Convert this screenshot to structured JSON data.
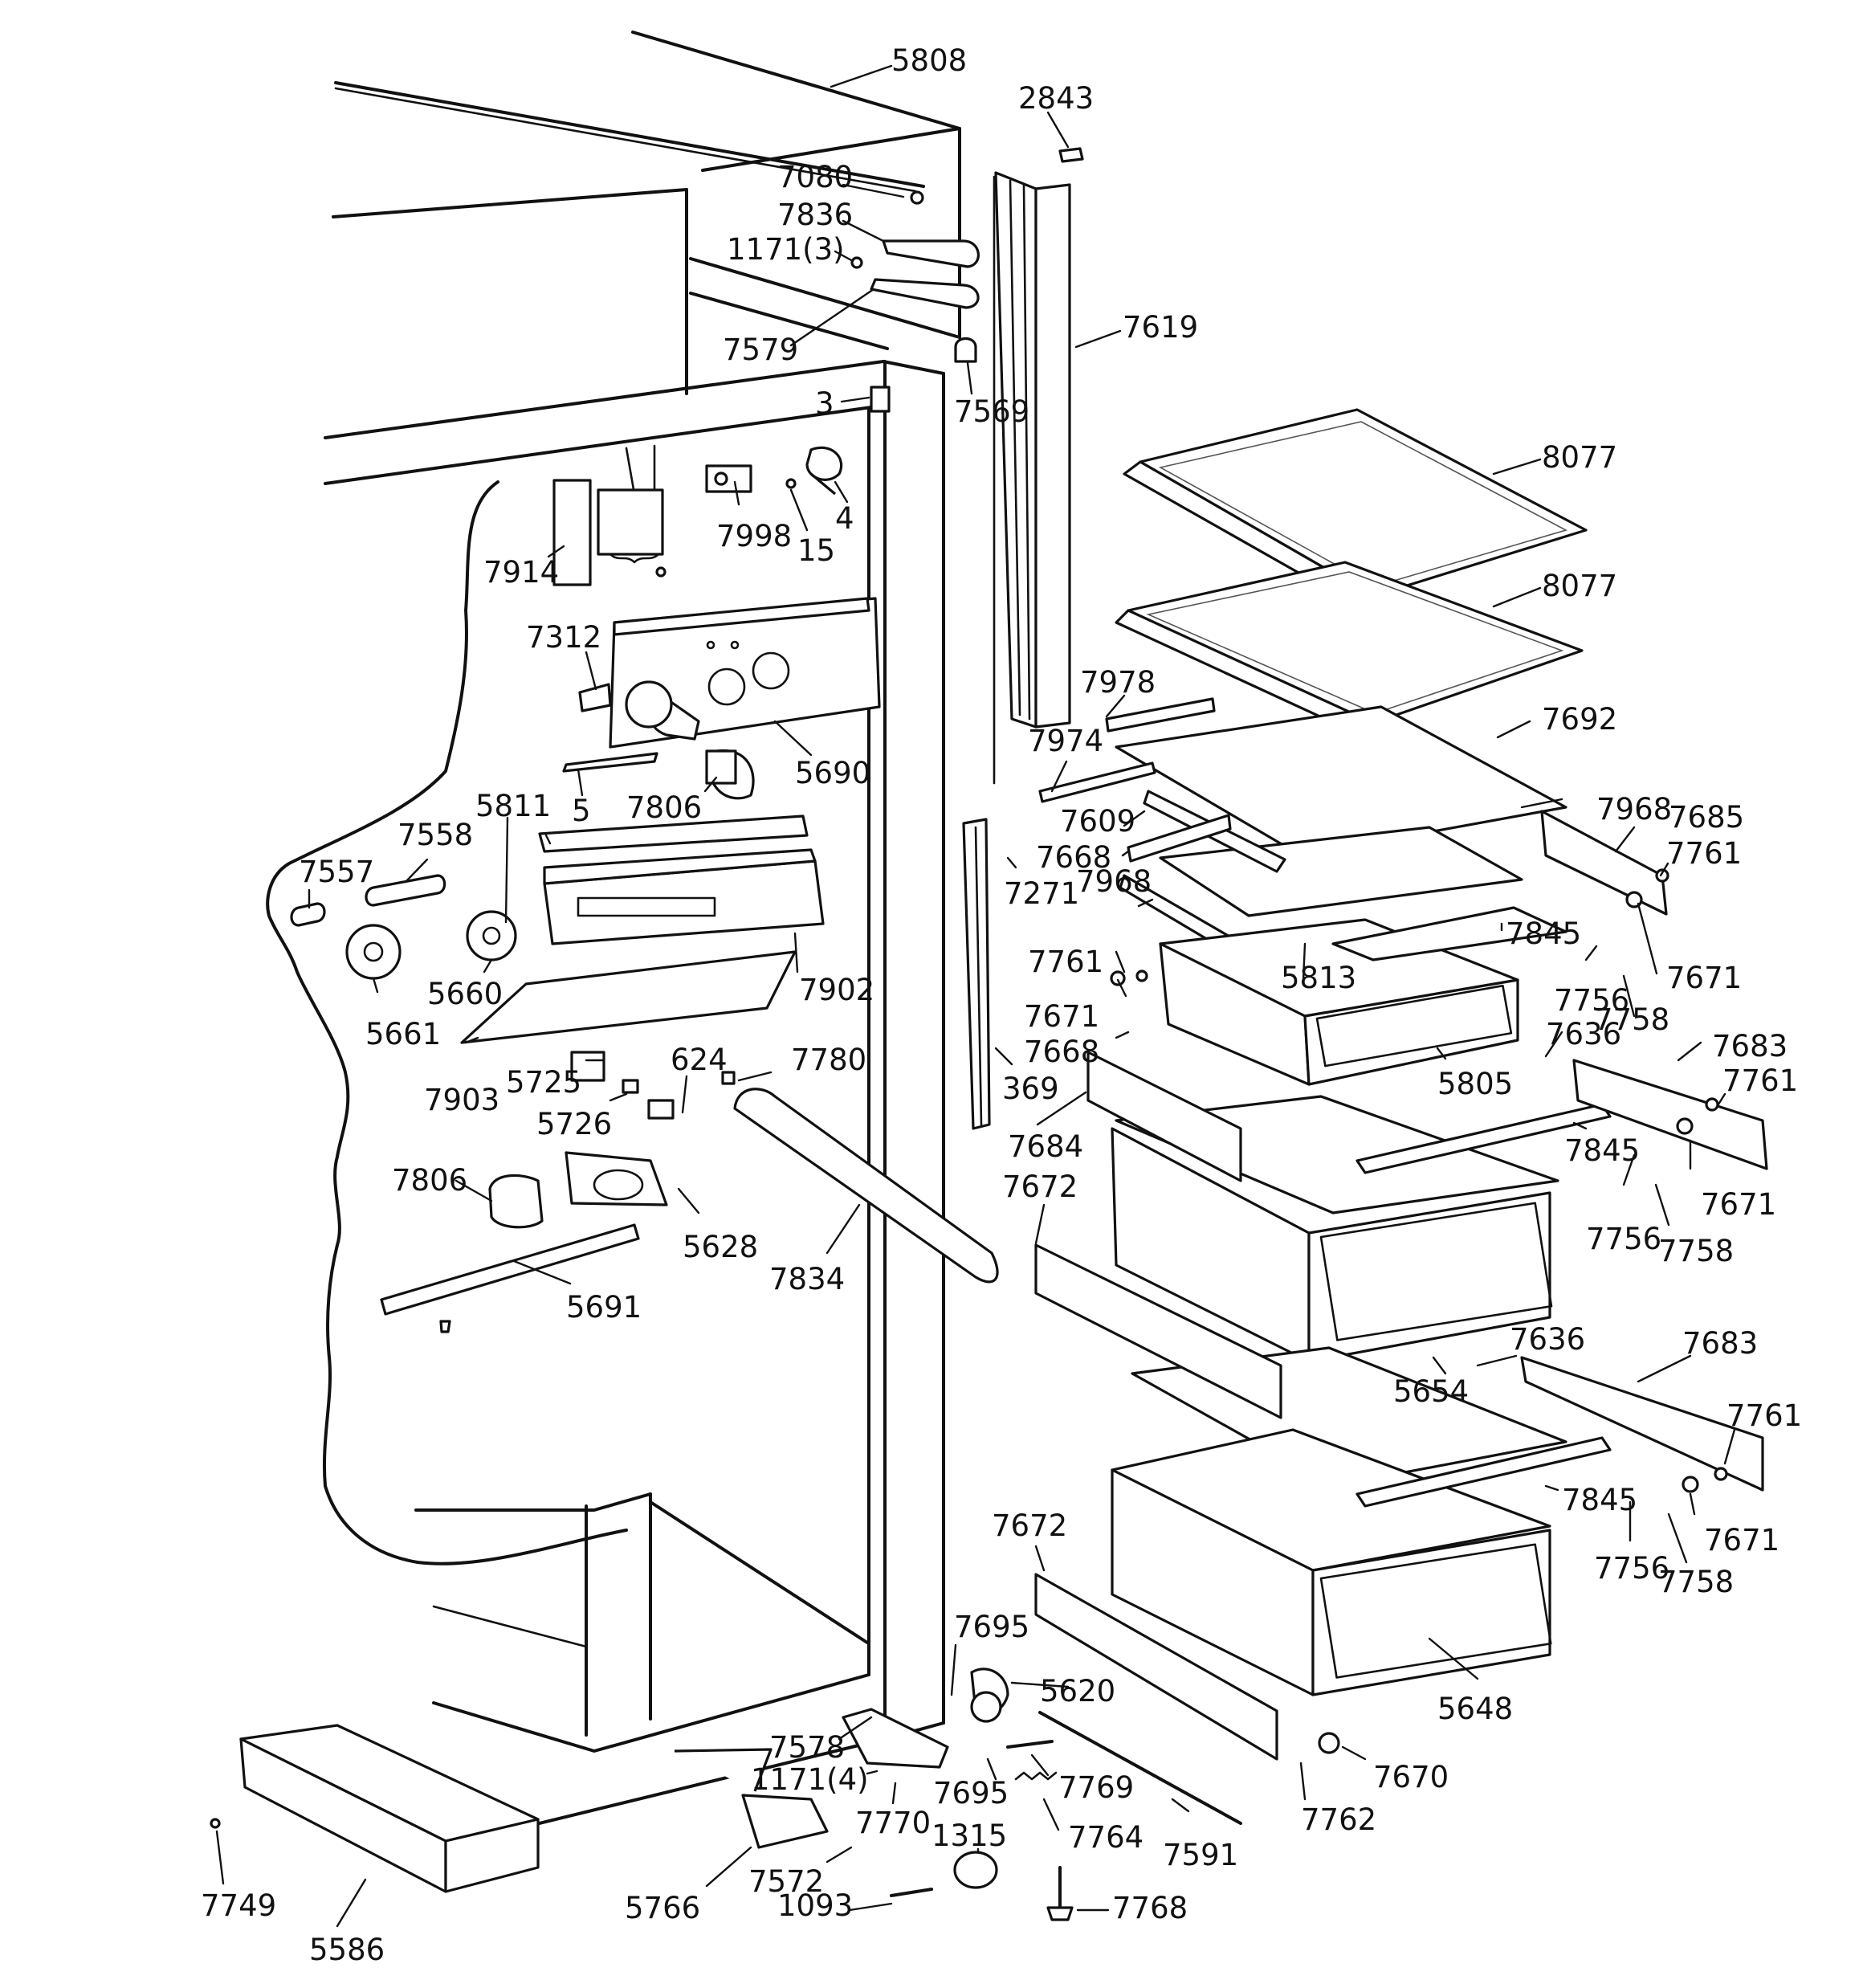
{
  "labels": {
    "p5808": "5808",
    "p2843": "2843",
    "p7080": "7080",
    "p7836": "7836",
    "p1171_3": "1171(3)",
    "p7579": "7579",
    "p7619": "7619",
    "p7569": "7569",
    "p3": "3",
    "p8077a": "8077",
    "p8077b": "8077",
    "p7998": "7998",
    "p15": "15",
    "p4": "4",
    "p7914": "7914",
    "p7312": "7312",
    "p5690": "5690",
    "p7978": "7978",
    "p7692": "7692",
    "p7974": "7974",
    "p5": "5",
    "p7806a": "7806",
    "p5811": "5811",
    "p7558": "7558",
    "p7557": "7557",
    "p7609": "7609",
    "p7968a": "7968",
    "p7685": "7685",
    "p7668a": "7668",
    "p7271": "7271",
    "p7761a": "7761",
    "p7968b": "7968",
    "p7845a": "7845",
    "p7902": "7902",
    "p5660": "5660",
    "p5661": "5661",
    "p7761b": "7761",
    "p5813": "5813",
    "p7756a": "7756",
    "p7671a": "7671",
    "p7758a": "7758",
    "p7671b": "7671",
    "p7668b": "7668",
    "p7636a": "7636",
    "p7683a": "7683",
    "p624": "624",
    "p7780": "7780",
    "p5725": "5725",
    "p7903": "7903",
    "p5726": "5726",
    "p369": "369",
    "p5805": "5805",
    "p7761c": "7761",
    "p7684": "7684",
    "p7845b": "7845",
    "p7672a": "7672",
    "p7806b": "7806",
    "p7756b": "7756",
    "p7671c": "7671",
    "p5628": "5628",
    "p7758b": "7758",
    "p7834": "7834",
    "p5691": "5691",
    "p5654": "5654",
    "p7636b": "7636",
    "p7683b": "7683",
    "p7761d": "7761",
    "p7845c": "7845",
    "p7671d": "7671",
    "p7756c": "7756",
    "p7758c": "7758",
    "p7672b": "7672",
    "p7695a": "7695",
    "p5620": "5620",
    "p5648": "5648",
    "p7578": "7578",
    "p1171_4": "1171(4)",
    "p7695b": "7695",
    "p7769": "7769",
    "p7670": "7670",
    "p7770": "7770",
    "p1315": "1315",
    "p7764": "7764",
    "p7762": "7762",
    "p7591": "7591",
    "p7749": "7749",
    "p7572": "7572",
    "p5766": "5766",
    "p1093": "1093",
    "p7768": "7768",
    "p5586": "5586"
  }
}
